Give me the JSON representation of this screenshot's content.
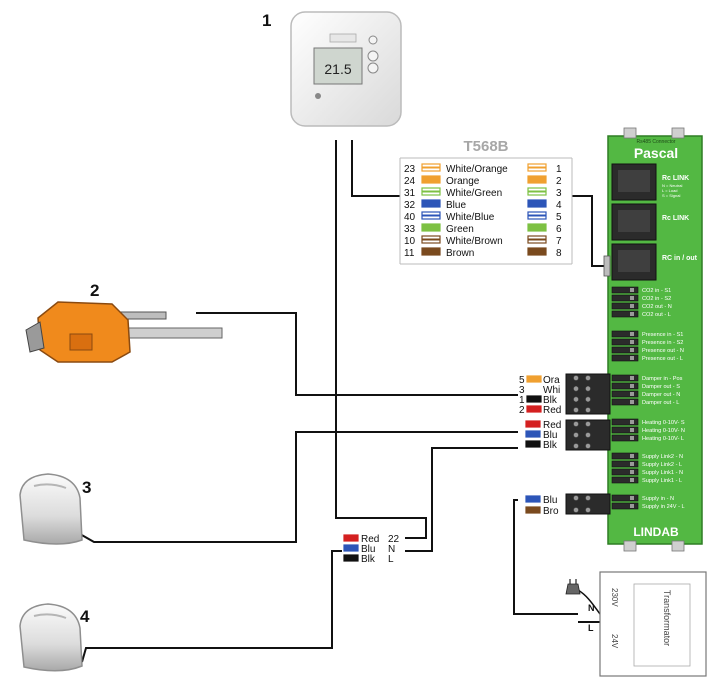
{
  "callouts": [
    "1",
    "2",
    "3",
    "4"
  ],
  "thermostat": {
    "display": "21.5"
  },
  "t568b": {
    "title": "T568B",
    "rows": [
      {
        "left": "23",
        "name": "White/Orange",
        "pin": "1",
        "color": "#f0a030",
        "white": true
      },
      {
        "left": "24",
        "name": "Orange",
        "pin": "2",
        "color": "#f0a030",
        "white": false
      },
      {
        "left": "31",
        "name": "White/Green",
        "pin": "3",
        "color": "#7dc143",
        "white": true
      },
      {
        "left": "32",
        "name": "Blue",
        "pin": "4",
        "color": "#2c55b8",
        "white": false
      },
      {
        "left": "40",
        "name": "White/Blue",
        "pin": "5",
        "color": "#2c55b8",
        "white": true
      },
      {
        "left": "33",
        "name": "Green",
        "pin": "6",
        "color": "#7dc143",
        "white": false
      },
      {
        "left": "10",
        "name": "White/Brown",
        "pin": "7",
        "color": "#7a4a1e",
        "white": true
      },
      {
        "left": "11",
        "name": "Brown",
        "pin": "8",
        "color": "#7a4a1e",
        "white": false
      }
    ]
  },
  "controller": {
    "brand": "Pascal",
    "footer": "LINDAB",
    "top_label": "Rs485 Connector",
    "ports": [
      {
        "label": "Rc LINK",
        "sub": [
          "N = Neutral",
          "L = Load",
          "S = Signal"
        ]
      },
      {
        "label": "Rc LINK",
        "sub": []
      },
      {
        "label": "RC in / out",
        "sub": []
      }
    ],
    "terminals": [
      "CO2 in - S1",
      "CO2 in - S2",
      "CO2 out - N",
      "CO2 out - L",
      "Presence in - S1",
      "Presence in - S2",
      "Presence out - N",
      "Presence out - L",
      "Damper in - Pos",
      "Damper out - S",
      "Damper out - N",
      "Damper out - L",
      "Heating 0-10V- S",
      "Heating 0-10V- N",
      "Heating 0-10V- L",
      "Supply Link2 - N",
      "Supply Link2 - L",
      "Supply Link1 - N",
      "Supply Link1 - L",
      "Supply in - N",
      "Supply in 24V - L"
    ]
  },
  "damper_wires": [
    {
      "num": "5",
      "label": "Ora",
      "color": "#f0a030"
    },
    {
      "num": "3",
      "label": "Whi",
      "color": "#ffffff"
    },
    {
      "num": "1",
      "label": "Blk",
      "color": "#111111"
    },
    {
      "num": "2",
      "label": "Red",
      "color": "#d42020"
    }
  ],
  "heating_wires": [
    {
      "label": "Red",
      "color": "#d42020"
    },
    {
      "label": "Blu",
      "color": "#2c55b8"
    },
    {
      "label": "Blk",
      "color": "#111111"
    }
  ],
  "valve_wires": [
    {
      "label": "Red",
      "term": "22",
      "color": "#d42020"
    },
    {
      "label": "Blu",
      "term": "N",
      "color": "#2c55b8"
    },
    {
      "label": "Blk",
      "term": "L",
      "color": "#111111"
    }
  ],
  "supply_wires": [
    {
      "label": "Blu",
      "color": "#2c55b8"
    },
    {
      "label": "Bro",
      "color": "#7a4a1e"
    }
  ],
  "transformer": {
    "title": "Transformator",
    "primary": "230V",
    "secondary": "24V",
    "n_label": "N",
    "l_label": "L"
  }
}
